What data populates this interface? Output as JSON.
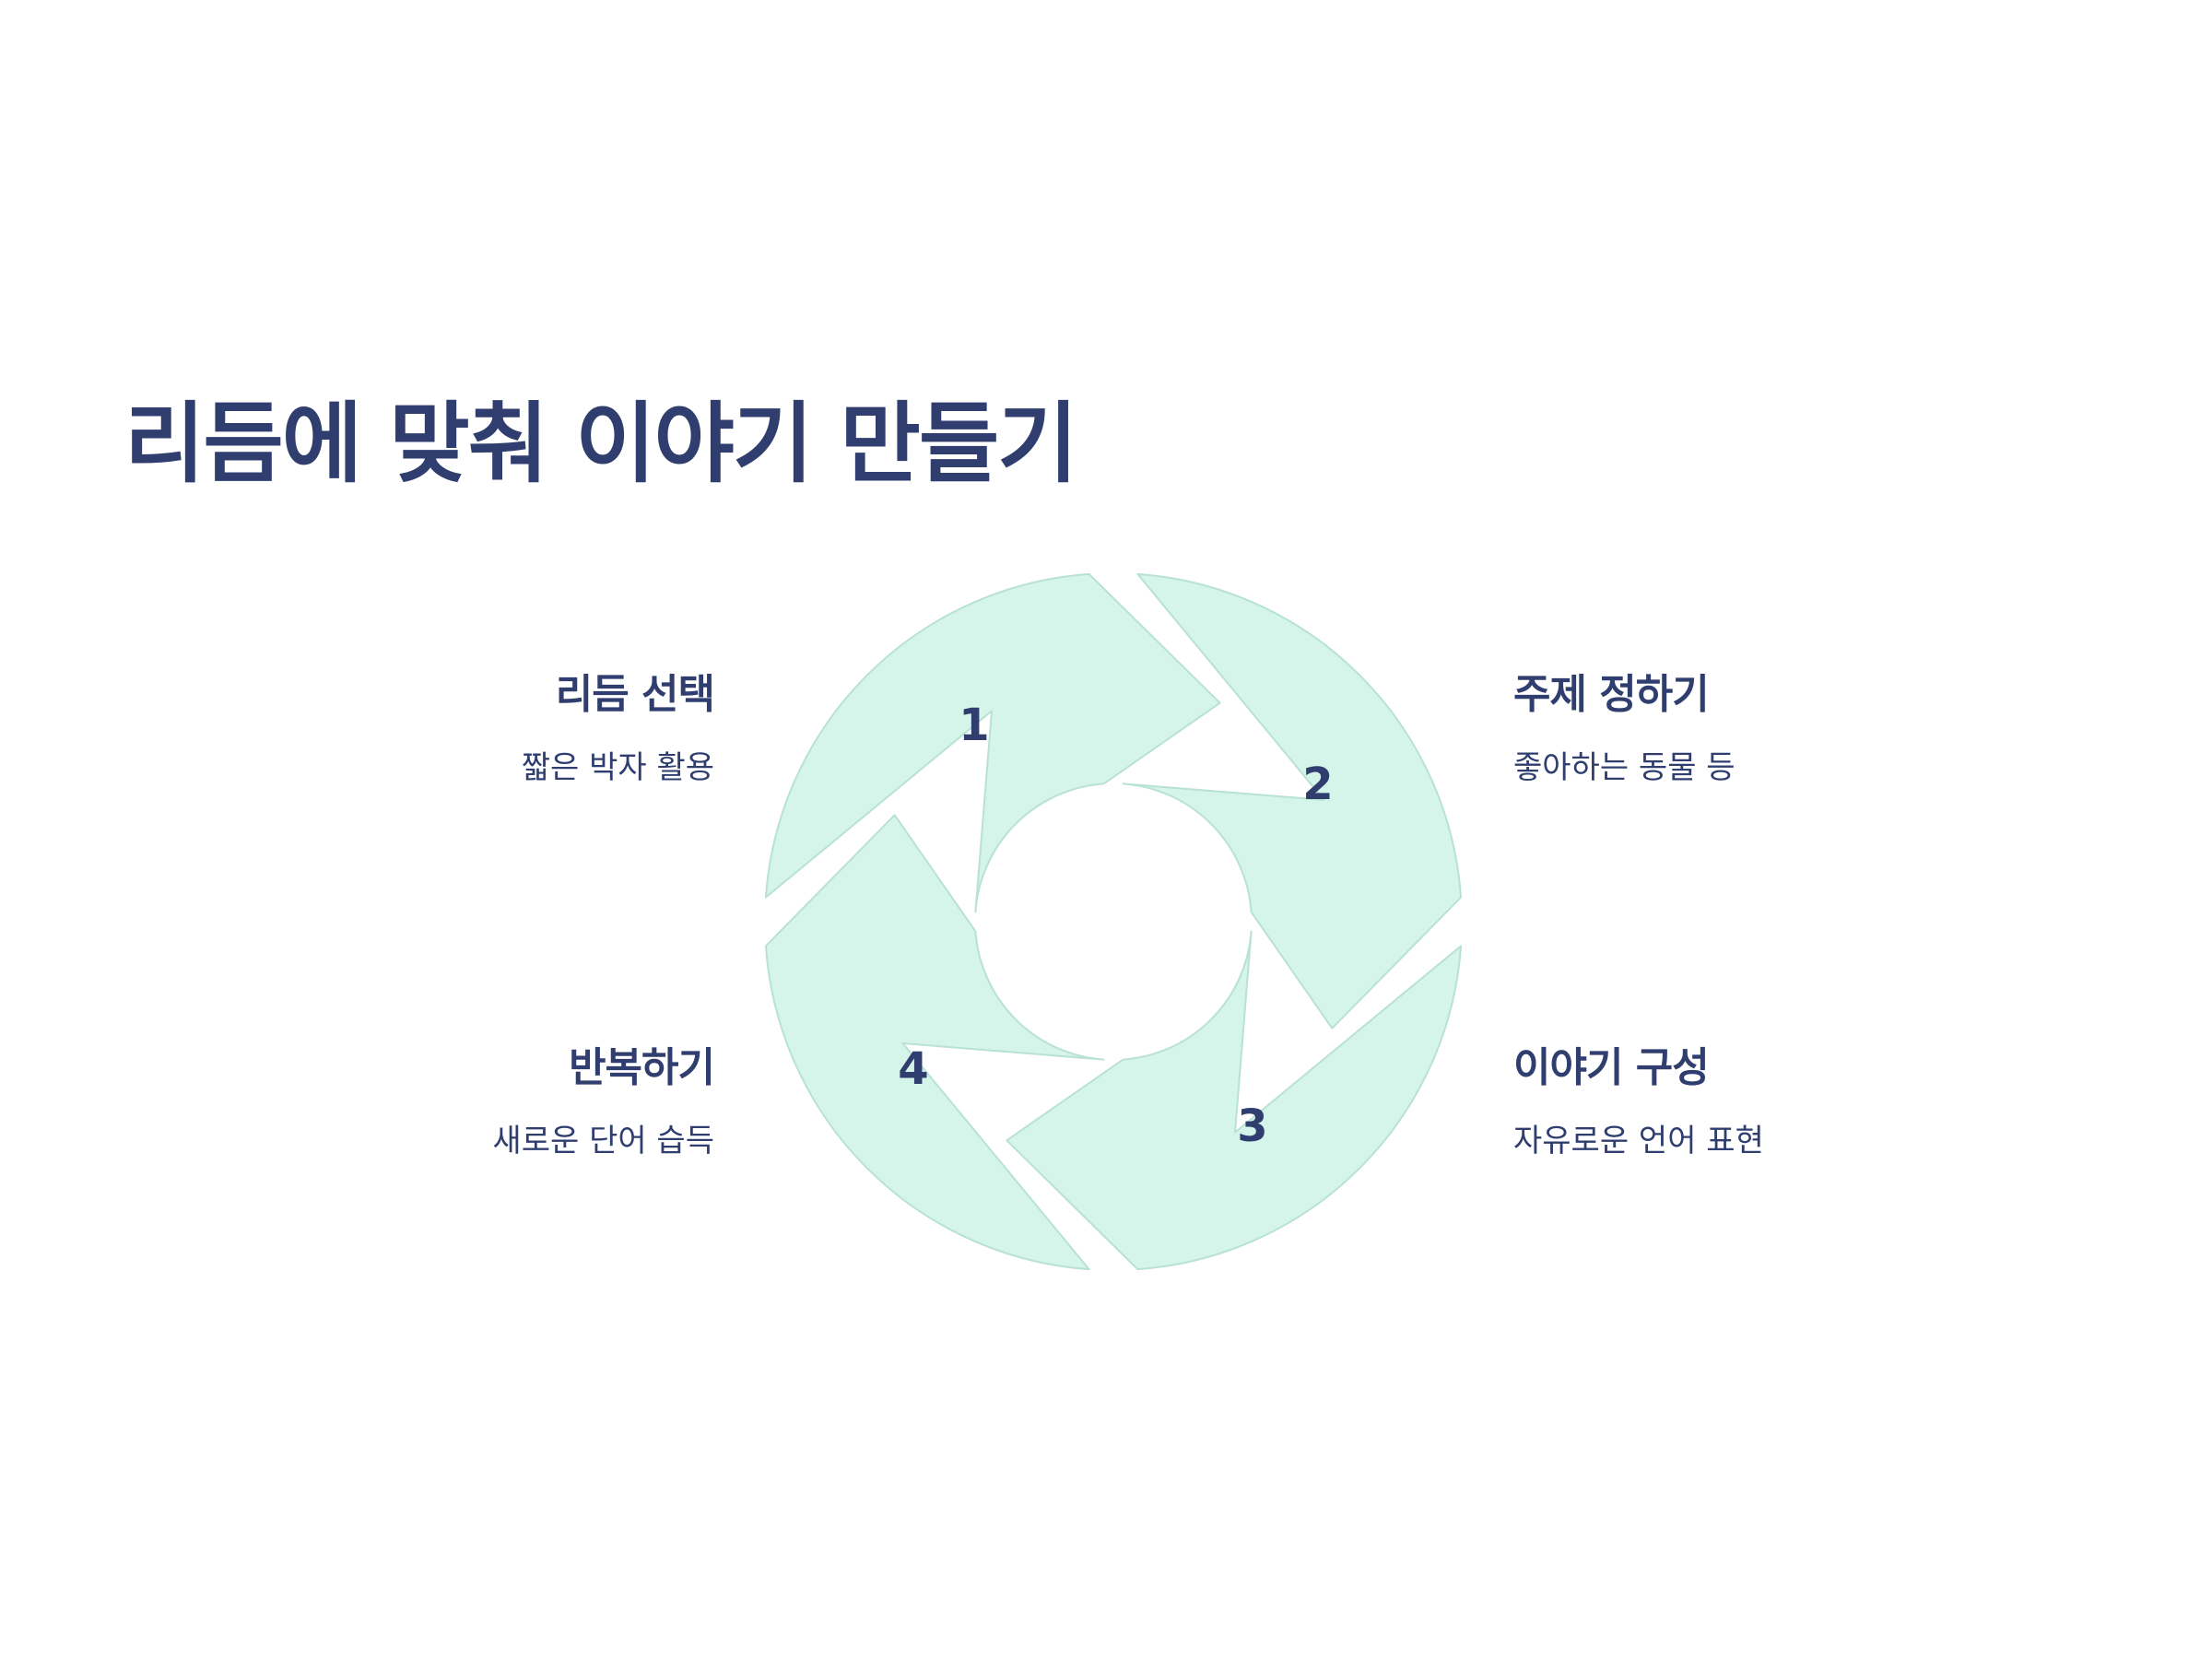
{
  "title": "리듬에 맞춰 이야기 만들기",
  "colors": {
    "text": "#2f3e6e",
    "segment_fill": "#d5f4ea",
    "segment_stroke": "#b8e2d2",
    "background": "#ffffff"
  },
  "steps": [
    {
      "number": "1",
      "title": "리듬 선택",
      "description": "짧은 박자 활용"
    },
    {
      "number": "2",
      "title": "주제 정하기",
      "description": "좋아하는 동물 등"
    },
    {
      "number": "3",
      "title": "이야기 구성",
      "description": "자유로운 언어 표현"
    },
    {
      "number": "4",
      "title": "반복하기",
      "description": "새로운 단어 습득"
    }
  ]
}
